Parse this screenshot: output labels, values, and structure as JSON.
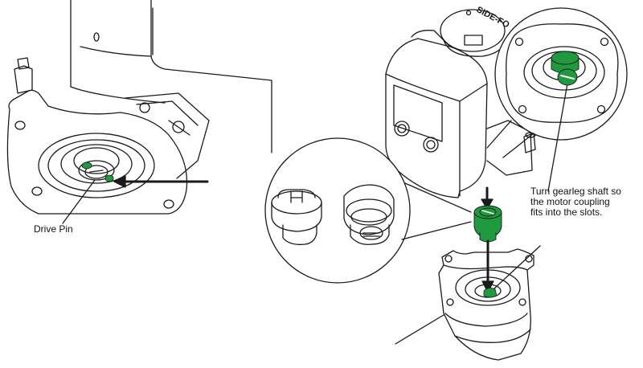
{
  "labels": {
    "drive_pin": "Drive Pin",
    "instruction_lines": [
      "Turn gearleg shaft so",
      "the motor coupling",
      "fits into the slots."
    ]
  },
  "motor_face_text": "SIDE-FO",
  "colors": {
    "highlight_green": "#1f9a3e",
    "line": "#1a1a1a",
    "background": "#ffffff"
  }
}
